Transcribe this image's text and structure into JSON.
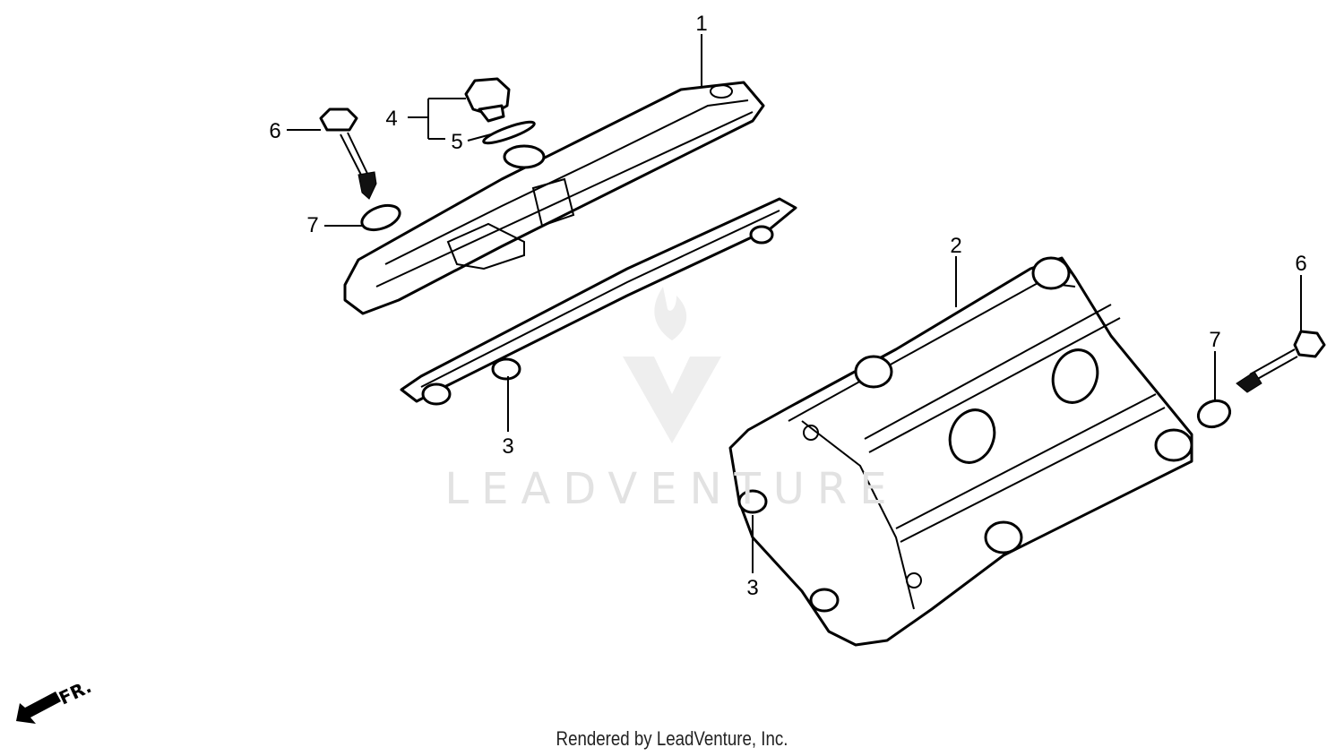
{
  "diagram": {
    "callouts": [
      {
        "id": "callout-1",
        "text": "1"
      },
      {
        "id": "callout-2",
        "text": "2"
      },
      {
        "id": "callout-3a",
        "text": "3"
      },
      {
        "id": "callout-3b",
        "text": "3"
      },
      {
        "id": "callout-4",
        "text": "4"
      },
      {
        "id": "callout-5",
        "text": "5"
      },
      {
        "id": "callout-6a",
        "text": "6"
      },
      {
        "id": "callout-6b",
        "text": "6"
      },
      {
        "id": "callout-7a",
        "text": "7"
      },
      {
        "id": "callout-7b",
        "text": "7"
      }
    ],
    "direction_label": "FR.",
    "watermark": "LEADVENTURE"
  },
  "footer": "Rendered by LeadVenture, Inc."
}
